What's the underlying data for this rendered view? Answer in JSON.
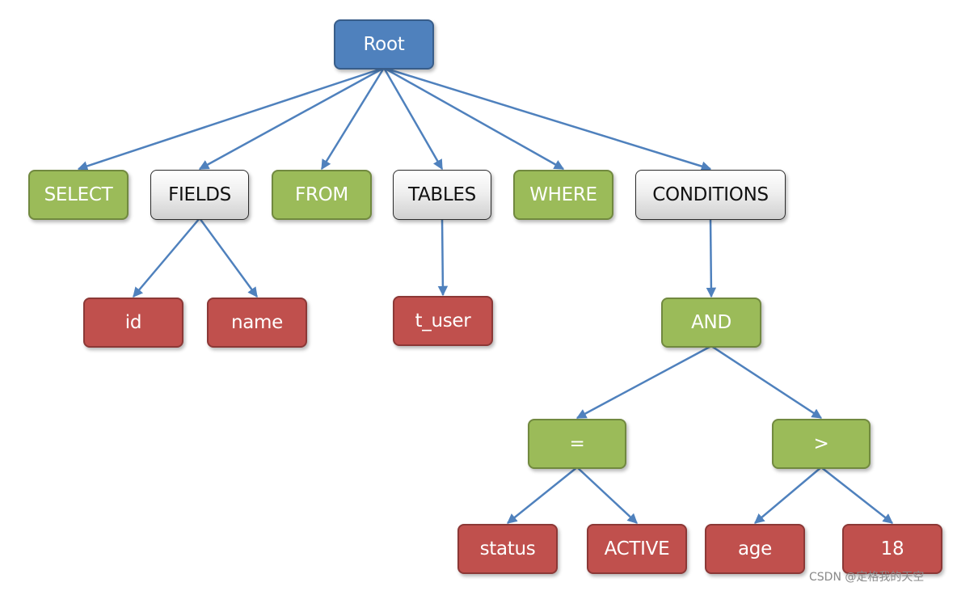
{
  "diagram": {
    "nodes": {
      "root": "Root",
      "select": "SELECT",
      "fields": "FIELDS",
      "from": "FROM",
      "tables": "TABLES",
      "where": "WHERE",
      "conditions": "CONDITIONS",
      "id": "id",
      "name": "name",
      "t_user": "t_user",
      "and": "AND",
      "eq": "=",
      "gt": ">",
      "status": "status",
      "active": "ACTIVE",
      "age": "age",
      "eighteen": "18"
    },
    "edges": [
      [
        "root",
        "select"
      ],
      [
        "root",
        "fields"
      ],
      [
        "root",
        "from"
      ],
      [
        "root",
        "tables"
      ],
      [
        "root",
        "where"
      ],
      [
        "root",
        "conditions"
      ],
      [
        "fields",
        "id"
      ],
      [
        "fields",
        "name"
      ],
      [
        "tables",
        "t_user"
      ],
      [
        "conditions",
        "and"
      ],
      [
        "and",
        "eq"
      ],
      [
        "and",
        "gt"
      ],
      [
        "eq",
        "status"
      ],
      [
        "eq",
        "active"
      ],
      [
        "gt",
        "age"
      ],
      [
        "gt",
        "eighteen"
      ]
    ],
    "colors": {
      "root": "#4f81bd",
      "keyword": "#9bbb59",
      "category": "#d9d9d9",
      "leaf": "#c0504d",
      "edge": "#4f81bd"
    }
  },
  "watermark": "CSDN @定格我的天空"
}
